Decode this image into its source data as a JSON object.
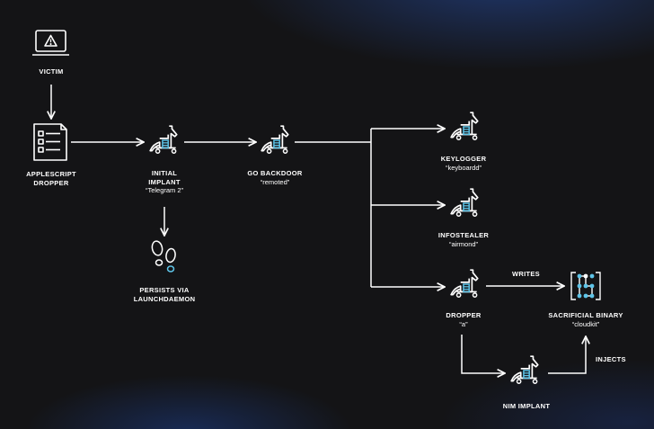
{
  "colors": {
    "background": "#141416",
    "line": "#ffffff",
    "accent": "#5ec4e8"
  },
  "icons": {
    "victim": "laptop-warning-icon",
    "applescript_dropper": "document-checklist-icon",
    "trojan": "trojan-horse-icon",
    "persistence": "footprints-icon",
    "sacrificial_binary": "binary-grid-icon"
  },
  "nodes": {
    "victim": {
      "line1": "VICTIM"
    },
    "applescript_dropper": {
      "line1": "APPLESCRIPT",
      "line2": "DROPPER"
    },
    "initial_implant": {
      "line1": "INITIAL",
      "line2": "IMPLANT",
      "sub": "“Telegram 2”"
    },
    "go_backdoor": {
      "line1": "GO BACKDOOR",
      "sub": "“remoted”"
    },
    "persists": {
      "line1": "PERSISTS VIA",
      "line2": "LAUNCHDAEMON"
    },
    "keylogger": {
      "line1": "KEYLOGGER",
      "sub": "“keyboardd”"
    },
    "infostealer": {
      "line1": "INFOSTEALER",
      "sub": "“airmond”"
    },
    "dropper": {
      "line1": "DROPPER",
      "sub": "“a”"
    },
    "sacrificial_binary": {
      "line1": "SACRIFICIAL BINARY",
      "sub": "“cloudkit”"
    },
    "nim_implant": {
      "line1": "NIM IMPLANT"
    }
  },
  "edges": {
    "writes": "WRITES",
    "injects": "INJECTS"
  }
}
